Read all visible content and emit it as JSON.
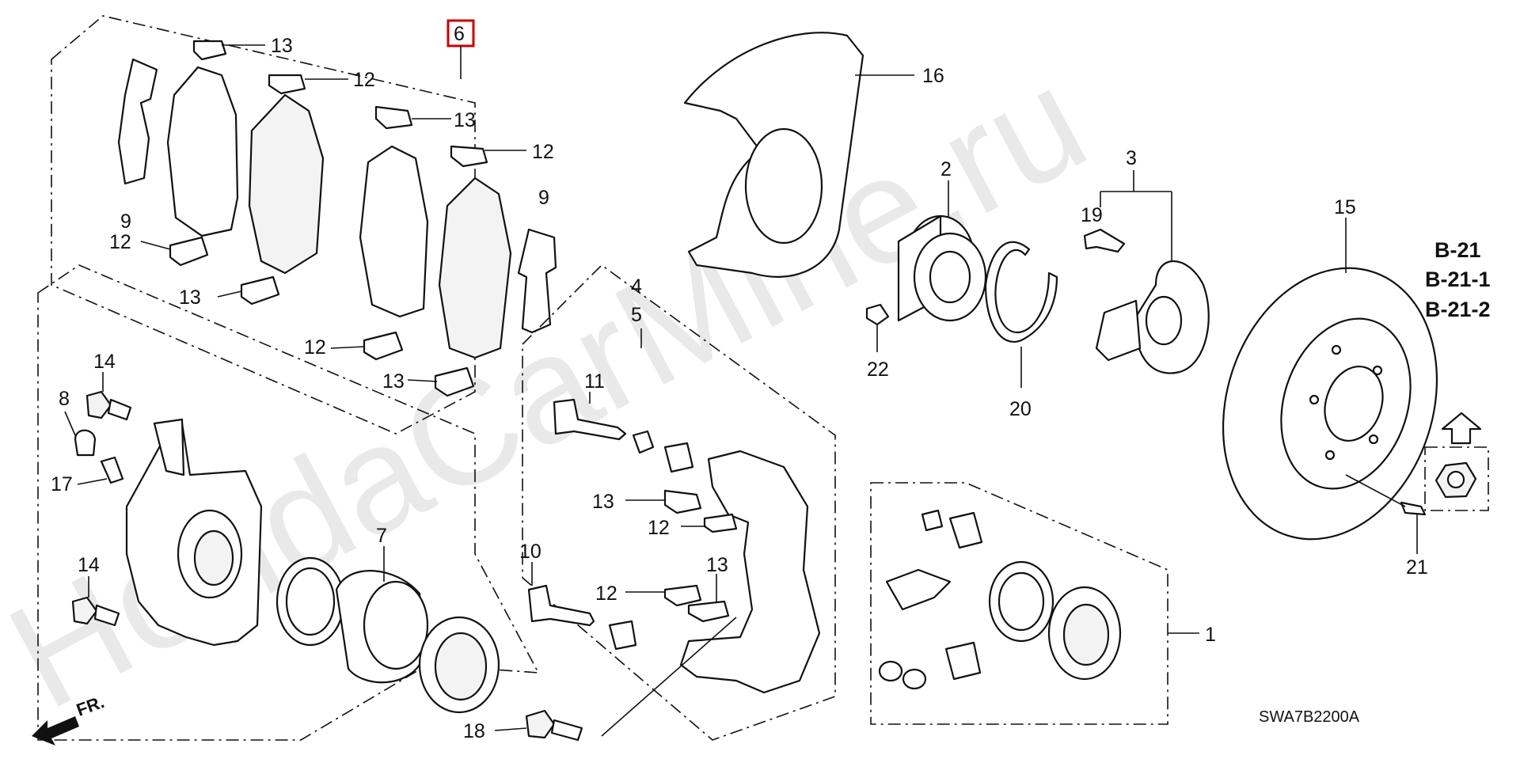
{
  "watermark": "HondaCarMine.ru",
  "callouts": {
    "c6": "6",
    "c13a": "13",
    "c12a": "12",
    "c13b": "13",
    "c12b": "12",
    "c9a": "9",
    "c9b": "9",
    "c12c": "12",
    "c13c": "13",
    "c12d": "12",
    "c13d": "13",
    "c16": "16",
    "c2": "2",
    "c3": "3",
    "c19": "19",
    "c15": "15",
    "c22": "22",
    "c20": "20",
    "c4": "4",
    "c5": "5",
    "c11": "11",
    "c14a": "14",
    "c8": "8",
    "c17": "17",
    "c13e": "13",
    "c12e": "12",
    "c7": "7",
    "c10": "10",
    "c12f": "12",
    "c13f": "13",
    "c14b": "14",
    "c18": "18",
    "c1": "1",
    "c21": "21"
  },
  "references": [
    "B-21",
    "B-21-1",
    "B-21-2"
  ],
  "front_marker": "FR.",
  "diagram_code": "SWA7B2200A"
}
